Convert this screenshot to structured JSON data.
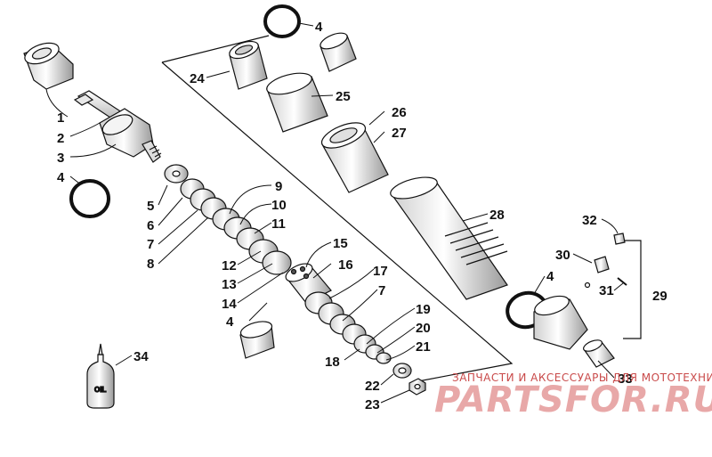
{
  "diagram": {
    "callouts": [
      {
        "id": "c1",
        "label": "1"
      },
      {
        "id": "c2",
        "label": "2"
      },
      {
        "id": "c3",
        "label": "3"
      },
      {
        "id": "c4a",
        "label": "4"
      },
      {
        "id": "c4b",
        "label": "4"
      },
      {
        "id": "c4c",
        "label": "4"
      },
      {
        "id": "c4d",
        "label": "4"
      },
      {
        "id": "c5",
        "label": "5"
      },
      {
        "id": "c6",
        "label": "6"
      },
      {
        "id": "c7a",
        "label": "7"
      },
      {
        "id": "c7b",
        "label": "7"
      },
      {
        "id": "c8",
        "label": "8"
      },
      {
        "id": "c9",
        "label": "9"
      },
      {
        "id": "c10",
        "label": "10"
      },
      {
        "id": "c11",
        "label": "11"
      },
      {
        "id": "c12",
        "label": "12"
      },
      {
        "id": "c13",
        "label": "13"
      },
      {
        "id": "c14",
        "label": "14"
      },
      {
        "id": "c15",
        "label": "15"
      },
      {
        "id": "c16",
        "label": "16"
      },
      {
        "id": "c17",
        "label": "17"
      },
      {
        "id": "c18",
        "label": "18"
      },
      {
        "id": "c19",
        "label": "19"
      },
      {
        "id": "c20",
        "label": "20"
      },
      {
        "id": "c21",
        "label": "21"
      },
      {
        "id": "c22",
        "label": "22"
      },
      {
        "id": "c23",
        "label": "23"
      },
      {
        "id": "c24",
        "label": "24"
      },
      {
        "id": "c25",
        "label": "25"
      },
      {
        "id": "c26",
        "label": "26"
      },
      {
        "id": "c27",
        "label": "27"
      },
      {
        "id": "c28",
        "label": "28"
      },
      {
        "id": "c29",
        "label": "29"
      },
      {
        "id": "c30",
        "label": "30"
      },
      {
        "id": "c31",
        "label": "31"
      },
      {
        "id": "c32",
        "label": "32"
      },
      {
        "id": "c33",
        "label": "33"
      },
      {
        "id": "c34",
        "label": "34"
      }
    ],
    "oil_bottle_label": "OIL"
  },
  "watermark": {
    "caption": "ЗАПЧАСТИ И АКСЕССУАРЫ ДЛЯ МОТОТЕХНИКИ",
    "logo": "PARTSFOR.RU"
  },
  "colors": {
    "line": "#111111",
    "watermark": "#d98080"
  }
}
